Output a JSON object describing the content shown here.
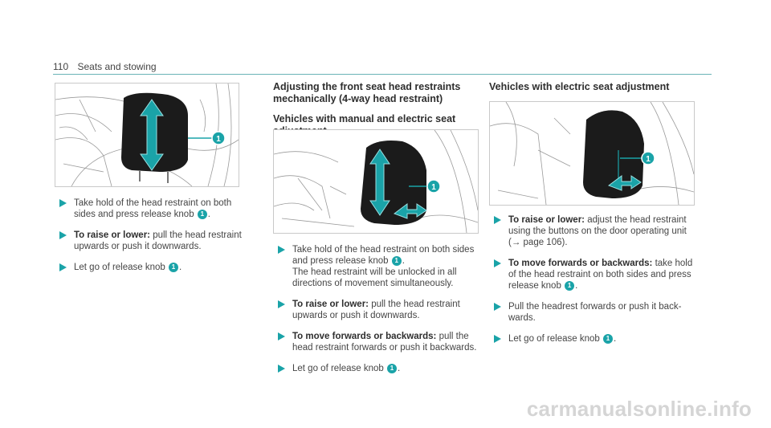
{
  "header": {
    "page_number": "110",
    "section": "Seats and stowing"
  },
  "figure_callout": "1",
  "left": {
    "steps": [
      {
        "text": "Take hold of the head restraint on both sides and press release knob",
        "tail": "."
      },
      {
        "bold": "To raise or lower:",
        "text": " pull the head restraint upwards or push it downwards."
      },
      {
        "text": "Let go of release knob",
        "tail": "."
      }
    ]
  },
  "middle": {
    "heading1": "Adjusting the front seat head restraints mechani­cally (4-way head restraint)",
    "heading2": "Vehicles with manual and electric seat adjustment",
    "steps": [
      {
        "text": "Take hold of the head restraint on both sides and press release knob",
        "tail": ".",
        "extra": "The head restraint will be unlocked in all direc­tions of movement simultaneously."
      },
      {
        "bold": "To raise or lower:",
        "text": " pull the head restraint upwards or push it downwards."
      },
      {
        "bold": "To move forwards or backwards:",
        "text": " pull the head restraint forwards or push it backwards."
      },
      {
        "text": "Let go of release knob",
        "tail": "."
      }
    ]
  },
  "right": {
    "heading": "Vehicles with electric seat adjustment",
    "steps": [
      {
        "bold": "To raise or lower:",
        "text": " adjust the head restraint using the buttons on the door operating unit (→ page 106)."
      },
      {
        "bold": "To move forwards or backwards:",
        "text": " take hold of the head restraint on both sides and press release knob",
        "tail": "."
      },
      {
        "text": "Pull the headrest forwards or push it back­wards."
      },
      {
        "text": "Let go of release knob",
        "tail": "."
      }
    ]
  },
  "watermark": "carmanualsonline.info",
  "colors": {
    "accent": "#1aa3a8",
    "rule": "#6ab3b6"
  }
}
